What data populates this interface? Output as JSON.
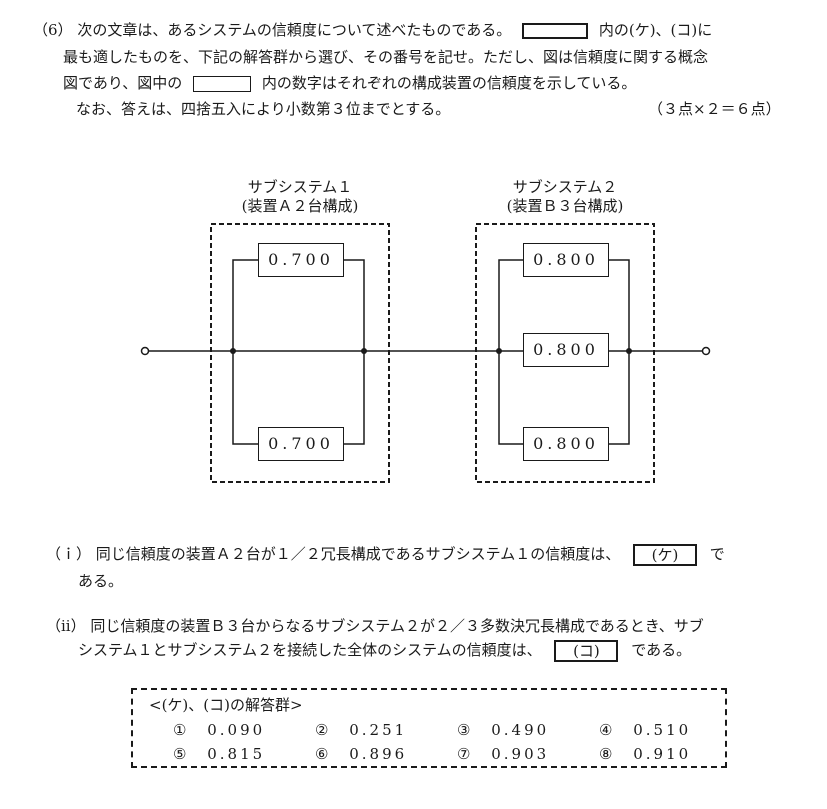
{
  "question": {
    "number": "（6）",
    "line1_a": "次の文章は、あるシステムの信頼度について述べたものである。",
    "line1_b": "内の(ケ)、(コ)に",
    "line2": "最も適したものを、下記の解答群から選び、その番号を記せ。ただし、図は信頼度に関する概念",
    "line3_a": "図であり、図中の",
    "line3_b": "内の数字はそれぞれの構成装置の信頼度を示している。",
    "line4": "なお、答えは、四捨五入により小数第３位までとする。",
    "points": "（３点×２＝６点）"
  },
  "diagram": {
    "subsystem1": {
      "title": "サブシステム１",
      "config": "(装置Ａ２台構成)"
    },
    "subsystem2": {
      "title": "サブシステム２",
      "config": "(装置Ｂ３台構成)"
    },
    "devices_a": [
      "0.700",
      "0.700"
    ],
    "devices_b": [
      "0.800",
      "0.800",
      "0.800"
    ]
  },
  "sub_questions": {
    "i": {
      "label": "（ｉ）",
      "text_a": "同じ信頼度の装置Ａ２台が１／２冗長構成であるサブシステム１の信頼度は、",
      "blank": "(ケ)",
      "text_b": "で",
      "text_c": "ある。"
    },
    "ii": {
      "label": "（ii）",
      "text_a": "同じ信頼度の装置Ｂ３台からなるサブシステム２が２／３多数決冗長構成であるとき、サブ",
      "text_b": "システム１とサブシステム２を接続した全体のシステムの信頼度は、",
      "blank": "(コ)",
      "text_c": "である。"
    }
  },
  "answer_group": {
    "title": "<(ケ)、(コ)の解答群>",
    "options": [
      {
        "num": "①",
        "value": "0.090"
      },
      {
        "num": "②",
        "value": "0.251"
      },
      {
        "num": "③",
        "value": "0.490"
      },
      {
        "num": "④",
        "value": "0.510"
      },
      {
        "num": "⑤",
        "value": "0.815"
      },
      {
        "num": "⑥",
        "value": "0.896"
      },
      {
        "num": "⑦",
        "value": "0.903"
      },
      {
        "num": "⑧",
        "value": "0.910"
      }
    ]
  }
}
